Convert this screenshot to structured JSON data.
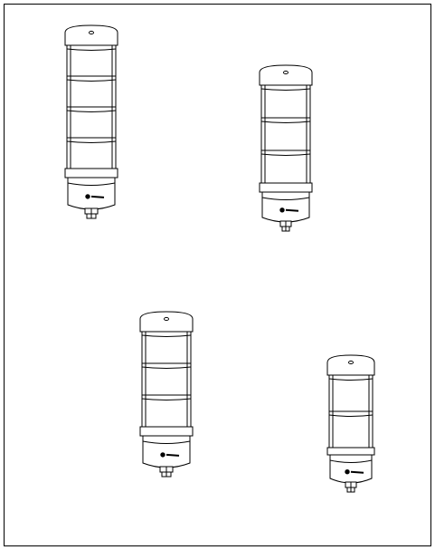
{
  "drawing": {
    "stroke_color": "#000000",
    "fill_color": "#ffffff",
    "border_color": "#000000",
    "towers": [
      {
        "tiers": 4,
        "logo": "tower-logo-mark"
      },
      {
        "tiers": 3,
        "logo": "tower-logo-mark"
      },
      {
        "tiers": 3,
        "logo": "tower-logo-mark"
      },
      {
        "tiers": 2,
        "logo": "tower-logo-mark"
      }
    ]
  }
}
